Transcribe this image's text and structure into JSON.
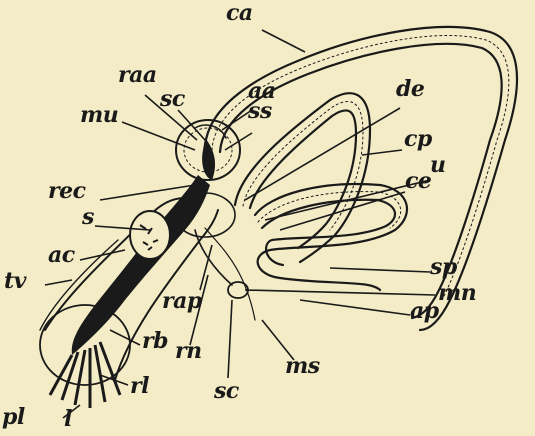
{
  "colors": {
    "paper": "#f3ecc6",
    "ink": "#1a1a1a"
  },
  "labels": {
    "ca": "ca",
    "raa": "raa",
    "aa": "aa",
    "de": "de",
    "mu": "mu",
    "sc_top": "sc",
    "ss": "ss",
    "cp": "cp",
    "u": "u",
    "ce": "ce",
    "rec": "rec",
    "s": "s",
    "ac": "ac",
    "tv": "tv",
    "sp": "sp",
    "mn": "mn",
    "rap": "rap",
    "ap": "ap",
    "rb": "rb",
    "rn": "rn",
    "ms": "ms",
    "sc_bottom": "sc",
    "rl": "rl",
    "pl": "pl",
    "l": "l"
  }
}
